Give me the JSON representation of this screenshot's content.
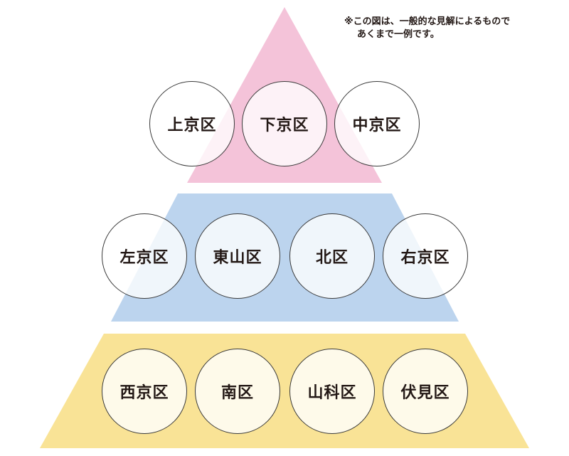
{
  "note": {
    "line1": "※この図は、一般的な見解によるもので",
    "line2": "あくまで一例です。"
  },
  "colors": {
    "tier_top": "#f4c3d9",
    "tier_middle": "#bcd4ee",
    "tier_bottom": "#f9e396",
    "circle_border": "#3a3a3a",
    "text": "#231815"
  },
  "tiers": [
    {
      "wards": [
        "上京区",
        "下京区",
        "中京区"
      ]
    },
    {
      "wards": [
        "左京区",
        "東山区",
        "北区",
        "右京区"
      ]
    },
    {
      "wards": [
        "西京区",
        "南区",
        "山科区",
        "伏見区"
      ]
    }
  ]
}
